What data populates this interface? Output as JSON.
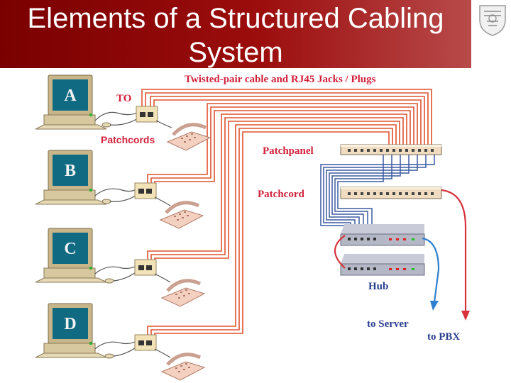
{
  "title": "Elements of a Structured Cabling System",
  "diagram": {
    "top_label": "Twisted-pair cable and RJ45 Jacks / Plugs",
    "to_label": "TO",
    "patchcords_label": "Patchcords",
    "patchpanel_label": "Patchpanel",
    "patchcord_label": "Patchcord",
    "hub_label": "Hub",
    "to_server_label": "to Server",
    "to_pbx_label": "to PBX",
    "workstations": [
      "A",
      "B",
      "C",
      "D"
    ],
    "colors": {
      "cable": "#e0522e",
      "patch": "#3a5aa0",
      "server": "#2f7fd0",
      "pbx": "#d8323c",
      "title_bg": "#8b0a0a"
    },
    "icons": [
      "computer-icon",
      "phone-icon",
      "wall-jack-icon",
      "patch-panel-icon",
      "hub-icon",
      "university-seal-icon"
    ]
  }
}
